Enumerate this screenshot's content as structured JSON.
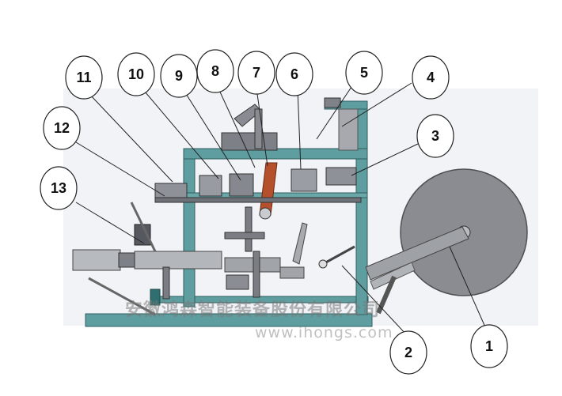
{
  "callouts": [
    {
      "label": "1"
    },
    {
      "label": "2"
    },
    {
      "label": "3"
    },
    {
      "label": "4"
    },
    {
      "label": "5"
    },
    {
      "label": "6"
    },
    {
      "label": "7"
    },
    {
      "label": "8"
    },
    {
      "label": "9"
    },
    {
      "label": "10"
    },
    {
      "label": "11"
    },
    {
      "label": "12"
    },
    {
      "label": "13"
    }
  ],
  "watermark": {
    "company": "安徽鸿森智能装备股份有限公司",
    "url": "www.ihongs.com"
  },
  "colors": {
    "frame": "#5f9ea0",
    "reel": "#8a8c92",
    "belt": "#b5502c",
    "background_panel": "#eceef2"
  }
}
